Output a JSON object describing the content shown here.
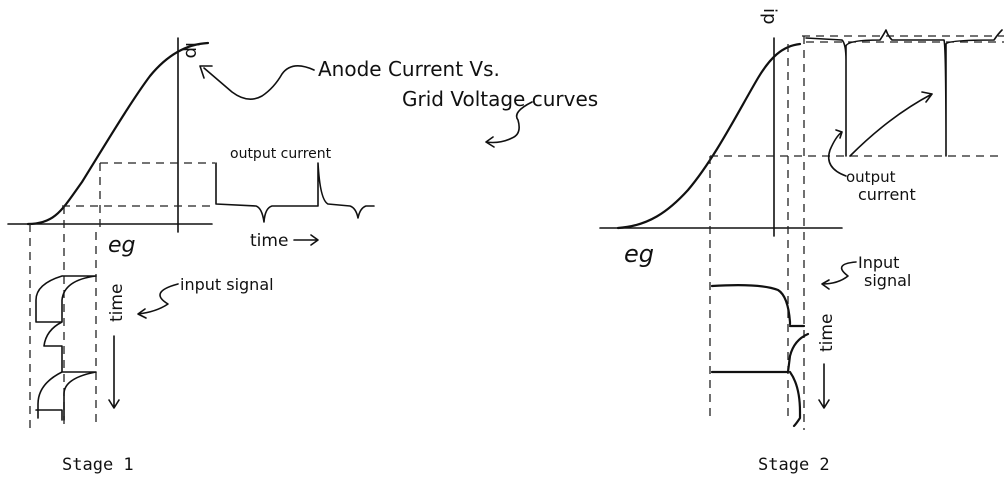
{
  "stage1": {
    "caption": "Stage 1",
    "axis_y_label": "ip",
    "axis_x_label": "eg",
    "output_label": "output current",
    "time_label_h": "time",
    "time_label_v": "time",
    "input_label": "input signal"
  },
  "stage2": {
    "caption": "Stage 2",
    "axis_y_label": "ip",
    "axis_x_label": "eg",
    "output_label_1": "output",
    "output_label_2": "current",
    "time_label_v": "time",
    "input_label_1": "Input",
    "input_label_2": "signal"
  },
  "annotations": {
    "curve_label_1": "Anode Current Vs.",
    "curve_label_2": "Grid Voltage curves"
  }
}
